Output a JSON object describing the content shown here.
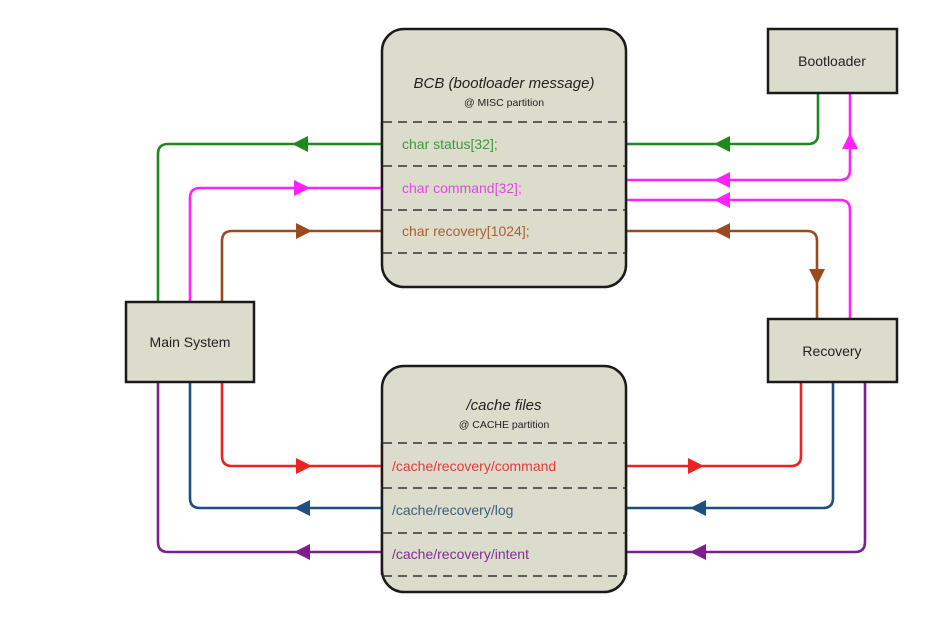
{
  "diagram": {
    "nodes": {
      "bootloader": {
        "label": "Bootloader"
      },
      "main_system": {
        "label": "Main System"
      },
      "recovery": {
        "label": "Recovery"
      }
    },
    "bcb": {
      "title": "BCB (bootloader message)",
      "subtitle": "@ MISC partition",
      "fields": [
        {
          "label": "char status[32];",
          "color": "#2e8b2e"
        },
        {
          "label": "char command[32];",
          "color": "#e040e0"
        },
        {
          "label": "char recovery[1024];",
          "color": "#a0522d"
        }
      ]
    },
    "cache": {
      "title": "/cache files",
      "subtitle": "@ CACHE partition",
      "fields": [
        {
          "label": "/cache/recovery/command",
          "color": "#e53030"
        },
        {
          "label": "/cache/recovery/log",
          "color": "#2f5f8f"
        },
        {
          "label": "/cache/recovery/intent",
          "color": "#8b2a8b"
        }
      ]
    },
    "colors": {
      "box_fill": "#dcdccc",
      "box_stroke": "#1a1a1a",
      "status": "#1e8a1e",
      "command": "#ff22ff",
      "recovery_field": "#9a4a1e",
      "cache_command": "#ee2222",
      "cache_log": "#1f4f7f",
      "cache_intent": "#7f1f8f"
    },
    "edges": [
      {
        "from": "bootloader",
        "to": "bcb.status",
        "color_key": "status"
      },
      {
        "from": "bcb.status",
        "to": "main_system",
        "color_key": "status"
      },
      {
        "from": "main_system",
        "to": "bcb.command",
        "color_key": "command"
      },
      {
        "from": "bcb.command",
        "to": "bootloader",
        "color_key": "command"
      },
      {
        "from": "recovery",
        "to": "bcb.command",
        "color_key": "command"
      },
      {
        "from": "main_system",
        "to": "bcb.recovery",
        "color_key": "recovery_field"
      },
      {
        "from": "recovery",
        "to": "bcb.recovery",
        "color_key": "recovery_field"
      },
      {
        "from": "bcb.recovery",
        "to": "recovery",
        "color_key": "recovery_field"
      },
      {
        "from": "main_system",
        "to": "cache.command",
        "color_key": "cache_command"
      },
      {
        "from": "cache.command",
        "to": "recovery",
        "color_key": "cache_command"
      },
      {
        "from": "recovery",
        "to": "cache.log",
        "color_key": "cache_log"
      },
      {
        "from": "cache.log",
        "to": "main_system",
        "color_key": "cache_log"
      },
      {
        "from": "recovery",
        "to": "cache.intent",
        "color_key": "cache_intent"
      },
      {
        "from": "cache.intent",
        "to": "main_system",
        "color_key": "cache_intent"
      }
    ]
  }
}
